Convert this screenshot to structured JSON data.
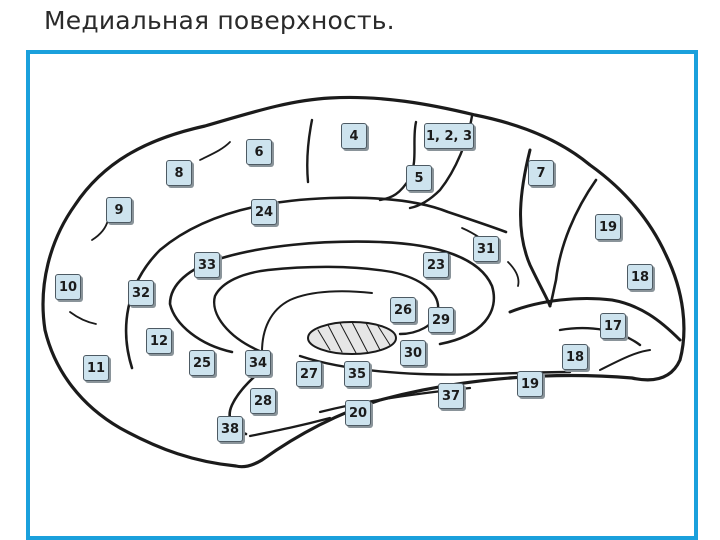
{
  "title": "Медиальная поверхность.",
  "colors": {
    "frame_border": "#1aa0dc",
    "label_fill": "#cde3ee",
    "outline": "#1b1b1b"
  },
  "labels": [
    {
      "id": "label-1-2-3",
      "text": "1, 2, 3"
    },
    {
      "id": "label-4",
      "text": "4"
    },
    {
      "id": "label-5",
      "text": "5"
    },
    {
      "id": "label-6",
      "text": "6"
    },
    {
      "id": "label-7",
      "text": "7"
    },
    {
      "id": "label-8",
      "text": "8"
    },
    {
      "id": "label-9",
      "text": "9"
    },
    {
      "id": "label-10",
      "text": "10"
    },
    {
      "id": "label-11",
      "text": "11"
    },
    {
      "id": "label-12",
      "text": "12"
    },
    {
      "id": "label-17",
      "text": "17"
    },
    {
      "id": "label-18-upper",
      "text": "18"
    },
    {
      "id": "label-18-lower",
      "text": "18"
    },
    {
      "id": "label-19-upper",
      "text": "19"
    },
    {
      "id": "label-19-lower",
      "text": "19"
    },
    {
      "id": "label-20",
      "text": "20"
    },
    {
      "id": "label-23",
      "text": "23"
    },
    {
      "id": "label-24",
      "text": "24"
    },
    {
      "id": "label-25",
      "text": "25"
    },
    {
      "id": "label-26",
      "text": "26"
    },
    {
      "id": "label-27",
      "text": "27"
    },
    {
      "id": "label-28",
      "text": "28"
    },
    {
      "id": "label-29",
      "text": "29"
    },
    {
      "id": "label-30",
      "text": "30"
    },
    {
      "id": "label-31",
      "text": "31"
    },
    {
      "id": "label-32",
      "text": "32"
    },
    {
      "id": "label-33",
      "text": "33"
    },
    {
      "id": "label-34",
      "text": "34"
    },
    {
      "id": "label-35",
      "text": "35"
    },
    {
      "id": "label-37",
      "text": "37"
    },
    {
      "id": "label-38",
      "text": "38"
    }
  ]
}
